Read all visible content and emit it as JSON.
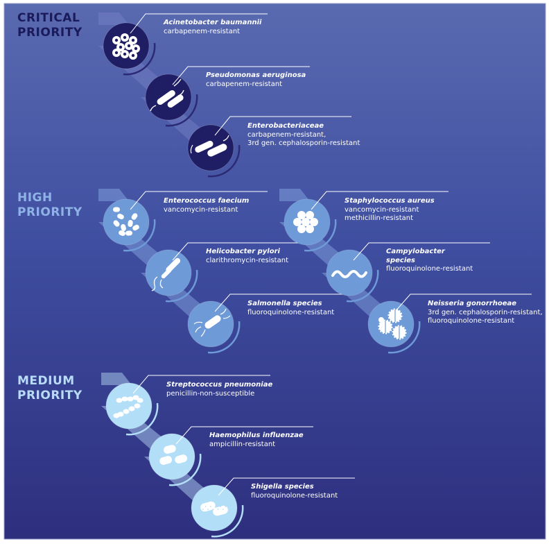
{
  "colors": {
    "bg_top": "#5a6ab0",
    "bg_mid": "#3f4ea0",
    "bg_bottom": "#2e2f7e",
    "critical_title": "#1b1a5a",
    "high_title": "#8fb3e6",
    "medium_title": "#b8dcf7",
    "critical_circle": "#1f1d63",
    "high_circle": "#6f9ad8",
    "medium_circle": "#b3def8",
    "critical_arc": "#2b2a74",
    "high_arc": "#6f9ad8",
    "medium_arc": "#b3def8",
    "leader_line": "#ffffff"
  },
  "sections": [
    {
      "id": "critical",
      "title_line1": "CRITICAL",
      "title_line2": "PRIORITY",
      "pathogens": [
        {
          "name": "Acinetobacter baumannii",
          "desc": [
            "carbapenem-resistant"
          ],
          "icon": "cocci-cluster-icon"
        },
        {
          "name": "Pseudomonas aeruginosa",
          "desc": [
            "carbapenem-resistant"
          ],
          "icon": "flagellated-rods-icon"
        },
        {
          "name": "Enterobacteriaceae",
          "desc": [
            "carbapenem-resistant,",
            "3rd gen. cephalosporin-resistant"
          ],
          "icon": "fimbriated-rods-icon"
        }
      ]
    },
    {
      "id": "high",
      "title_line1": "HIGH",
      "title_line2": "PRIORITY",
      "pathogens": [
        {
          "name": "Enterococcus faecium",
          "desc": [
            "vancomycin-resistant"
          ],
          "icon": "cocci-chain-icon"
        },
        {
          "name": "Helicobacter pylori",
          "desc": [
            "clarithromycin-resistant"
          ],
          "icon": "flagellated-rod-icon"
        },
        {
          "name": "Salmonella species",
          "desc": [
            "fluoroquinolone-resistant"
          ],
          "icon": "peritrichous-rod-icon"
        },
        {
          "name": "Staphylococcus aureus",
          "desc": [
            "vancomycin-resistant",
            "methicillin-resistant"
          ],
          "icon": "grape-cluster-icon"
        },
        {
          "name": "Campylobacter species",
          "name_lines": [
            "Campylobacter",
            "species"
          ],
          "desc": [
            "fluoroquinolone-resistant"
          ],
          "icon": "spiral-icon"
        },
        {
          "name": "Neisseria gonorrhoeae",
          "desc": [
            "3rd gen. cephalosporin-resistant,",
            "fluoroquinolone-resistant"
          ],
          "icon": "diplococci-icon"
        }
      ]
    },
    {
      "id": "medium",
      "title_line1": "MEDIUM",
      "title_line2": "PRIORITY",
      "pathogens": [
        {
          "name": "Streptococcus pneumoniae",
          "desc": [
            "penicillin-non-susceptible"
          ],
          "icon": "diplococci-chain-icon"
        },
        {
          "name": "Haemophilus influenzae",
          "desc": [
            "ampicillin-resistant"
          ],
          "icon": "coccobacilli-icon"
        },
        {
          "name": "Shigella species",
          "desc": [
            "fluoroquinolone-resistant"
          ],
          "icon": "speckled-rods-icon"
        }
      ]
    }
  ]
}
